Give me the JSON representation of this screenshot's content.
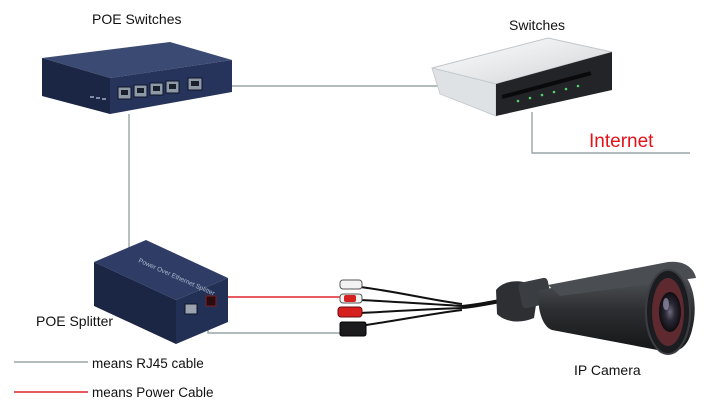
{
  "labels": {
    "poe_switches": "POE Switches",
    "switches": "Switches",
    "internet": "Internet",
    "poe_splitter": "POE Splitter",
    "ip_camera": "IP Camera"
  },
  "legend": {
    "rj45": "means RJ45 cable",
    "power": "means Power Cable"
  },
  "splitter_label": "Power Over Ethernet Splitter",
  "colors": {
    "rj45_cable": "#9aa6a6",
    "power_cable": "#e0252b",
    "internet_text": "#e3121b",
    "device_navy": "#1e2a4a"
  }
}
